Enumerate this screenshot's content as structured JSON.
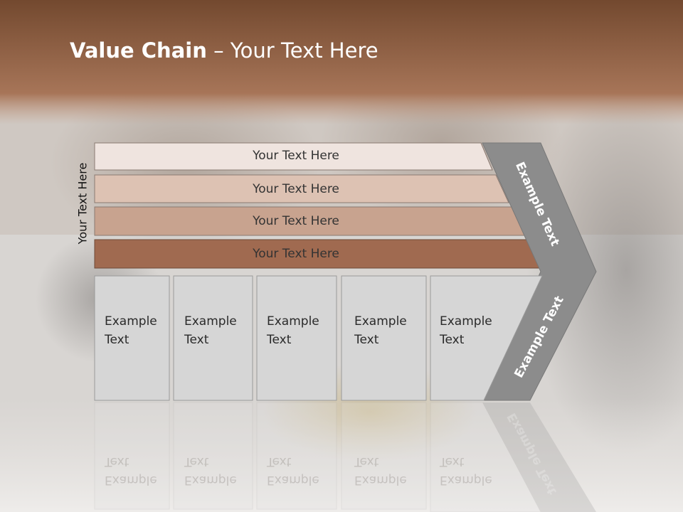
{
  "slide": {
    "title_bold": "Value Chain",
    "title_rest": " – Your Text Here",
    "side_label": "Your Text Here",
    "bars": [
      {
        "label": "Your Text Here",
        "color": "#efe4df"
      },
      {
        "label": "Your Text Here",
        "color": "#ddc2b3"
      },
      {
        "label": "Your Text Here",
        "color": "#c8a38f"
      },
      {
        "label": "Your Text Here",
        "color": "#a06a50"
      }
    ],
    "boxes": [
      {
        "label": "Example\nText"
      },
      {
        "label": "Example\nText"
      },
      {
        "label": "Example\nText"
      },
      {
        "label": "Example\nText"
      },
      {
        "label": "Example\nText"
      }
    ],
    "chevron_top_label": "Example Text",
    "chevron_bottom_label": "Example Text",
    "colors": {
      "header_brown": "#8e5a40",
      "chevron_gray": "#8c8c8c",
      "box_gray": "#d6d6d6"
    }
  }
}
